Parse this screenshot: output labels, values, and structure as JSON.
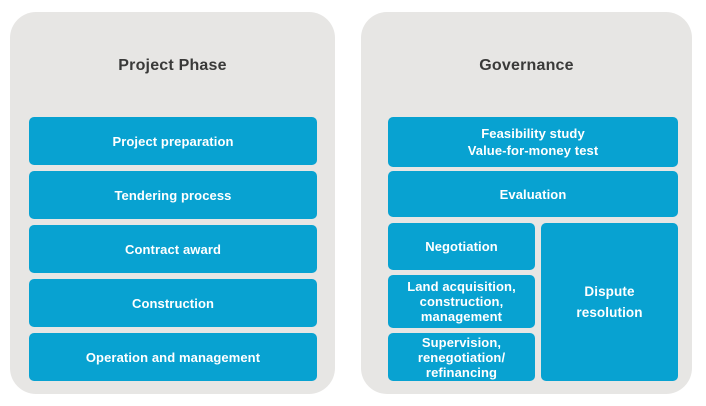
{
  "colors": {
    "page_bg": "#ffffff",
    "panel_bg": "#e7e6e4",
    "box_bg": "#08a2d1",
    "box_text": "#ffffff",
    "title_text": "#3a3a39"
  },
  "left_panel": {
    "title": "Project Phase",
    "boxes": [
      "Project preparation",
      "Tendering process",
      "Contract award",
      "Construction",
      "Operation and management"
    ]
  },
  "right_panel": {
    "title": "Governance",
    "feasibility": "Feasibility study\nValue-for-money test",
    "evaluation": "Evaluation",
    "negotiation": "Negotiation",
    "land_acquisition": "Land acquisition,\nconstruction,\nmanagement",
    "supervision": "Supervision,\nrenegotiation/\nrefinancing",
    "dispute": "Dispute\nresolution"
  }
}
